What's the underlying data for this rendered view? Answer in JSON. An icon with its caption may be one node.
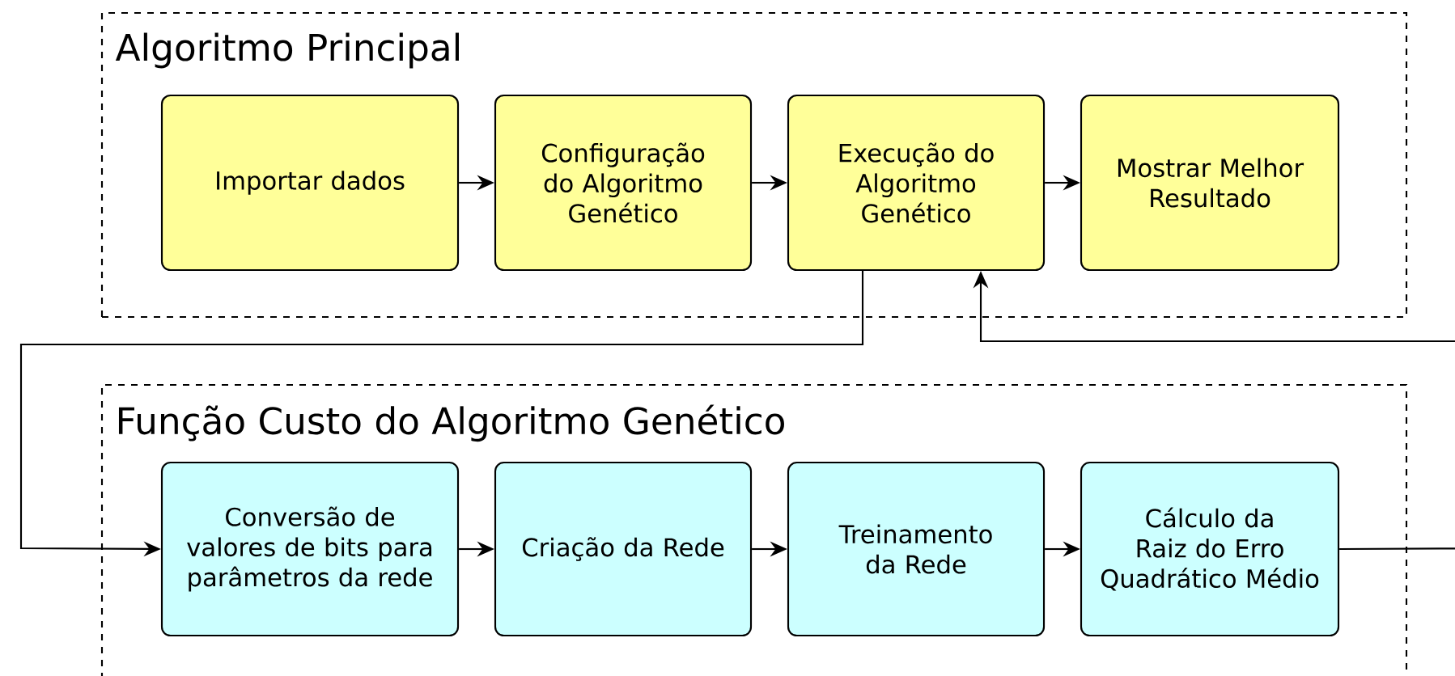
{
  "diagram": {
    "nodes": [
      {
        "text": [
          "Algoritmo Principal"
        ]
      },
      {
        "text": [
          "Importar dados"
        ],
        "in": 0
      },
      {
        "text": [
          "Configuração do Algoritmo Genético"
        ],
        "in": 0
      },
      {
        "text": [
          "Execução do Algoritmo Genético"
        ],
        "in": 0
      },
      {
        "text": [
          "Mostrar Melhor Resultado"
        ],
        "in": 0
      },
      {
        "text": [
          "Função Custo do Algoritmo Genético"
        ]
      },
      {
        "text": [
          "Conversão de valores de bits para parâmetros da rede"
        ],
        "in": 5
      },
      {
        "text": [
          "Criação da Rede"
        ],
        "in": 5
      },
      {
        "text": [
          "Treinamento da Rede"
        ],
        "in": 5
      },
      {
        "text": [
          "Cálculo da Raiz do Erro Quadrático Médio"
        ],
        "in": 5
      }
    ],
    "edges": [
      {
        "from": 1,
        "to": 2,
        "arrow": "to"
      },
      {
        "from": 2,
        "to": 3,
        "arrow": "to"
      },
      {
        "from": 3,
        "to": 4,
        "arrow": "to"
      },
      {
        "from": 3,
        "to": 6,
        "arrow": "to"
      },
      {
        "from": 6,
        "to": 7,
        "arrow": "to"
      },
      {
        "from": 7,
        "to": 8,
        "arrow": "to"
      },
      {
        "from": 8,
        "to": 9,
        "arrow": "to"
      },
      {
        "from": 9,
        "to": 3,
        "arrow": "to"
      }
    ]
  }
}
